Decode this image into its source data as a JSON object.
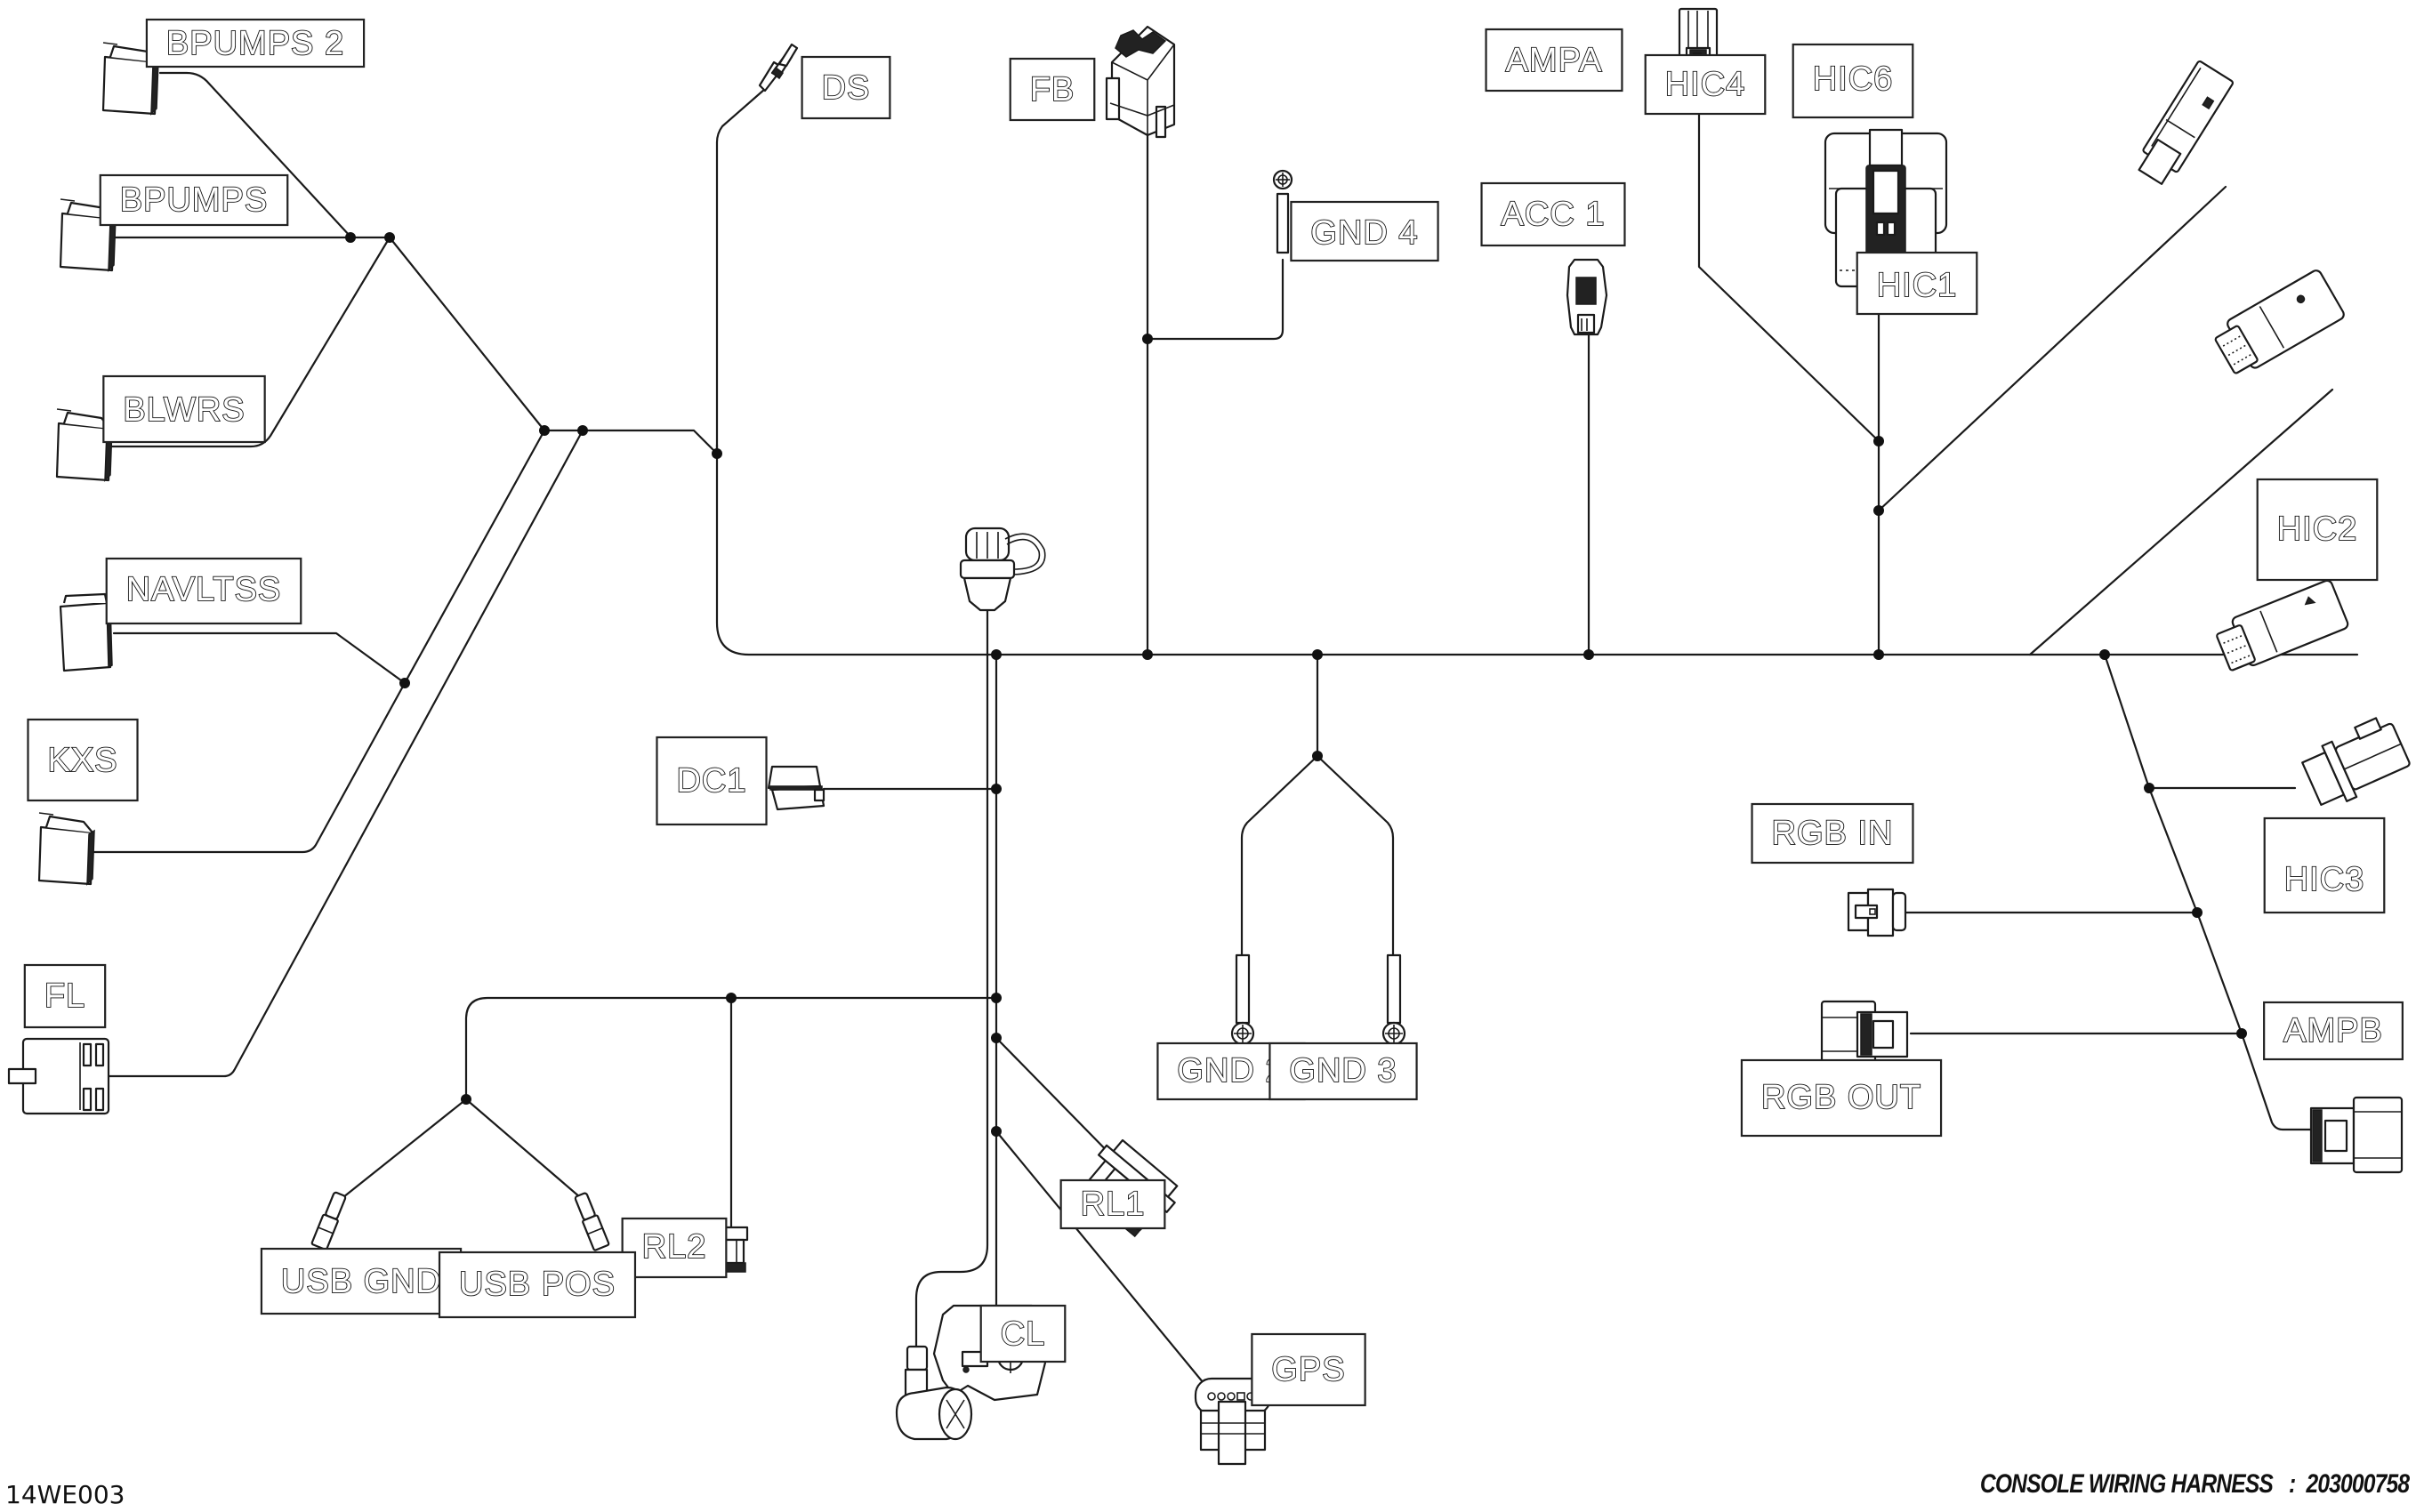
{
  "diagram": {
    "title": "CONSOLE WIRING HARNESS",
    "part_number": "203000758",
    "figure_code": "14WE003",
    "separator": ":"
  },
  "connectors": [
    {
      "id": "bpumps2",
      "label": "BPUMPS 2",
      "icon": "relay-connector-icon"
    },
    {
      "id": "bpumps",
      "label": "BPUMPS",
      "icon": "relay-connector-icon"
    },
    {
      "id": "blwrs",
      "label": "BLWRS",
      "icon": "relay-connector-icon"
    },
    {
      "id": "navltss",
      "label": "NAVLTSS",
      "icon": "relay-connector-icon"
    },
    {
      "id": "kxs",
      "label": "KXS",
      "icon": "relay-connector-icon"
    },
    {
      "id": "fl",
      "label": "FL",
      "icon": "block-connector-icon"
    },
    {
      "id": "ds",
      "label": "DS",
      "icon": "small-connector-icon"
    },
    {
      "id": "fb",
      "label": "FB",
      "icon": "fuse-box-icon"
    },
    {
      "id": "gnd4",
      "label": "GND 4",
      "icon": "ring-terminal-icon"
    },
    {
      "id": "ampa",
      "label": "AMPA",
      "icon": "connector-icon"
    },
    {
      "id": "acc1",
      "label": "ACC 1",
      "icon": "connector-icon"
    },
    {
      "id": "hic4",
      "label": "HIC4",
      "icon": "multi-pin-connector-icon"
    },
    {
      "id": "hic6",
      "label": "HIC6",
      "icon": "connector-icon"
    },
    {
      "id": "hic1",
      "label": "HIC1",
      "icon": "multi-pin-connector-icon"
    },
    {
      "id": "hic2",
      "label": "HIC2",
      "icon": "multi-pin-connector-icon"
    },
    {
      "id": "hic3",
      "label": "HIC3",
      "icon": "connector-icon"
    },
    {
      "id": "rgbin",
      "label": "RGB  IN",
      "icon": "connector-icon"
    },
    {
      "id": "rgbout",
      "label": "RGB  OUT",
      "icon": "connector-icon"
    },
    {
      "id": "ampb",
      "label": "AMPB",
      "icon": "connector-icon"
    },
    {
      "id": "dc1",
      "label": "DC1",
      "icon": "small-connector-icon"
    },
    {
      "id": "gnd2",
      "label": "GND 2",
      "icon": "ring-terminal-icon"
    },
    {
      "id": "gnd3",
      "label": "GND 3",
      "icon": "ring-terminal-icon"
    },
    {
      "id": "rl1",
      "label": "RL1",
      "icon": "relay-socket-icon"
    },
    {
      "id": "rl2",
      "label": "RL2",
      "icon": "relay-socket-icon"
    },
    {
      "id": "usbgnd",
      "label": "USB  GND",
      "icon": "spade-terminal-icon"
    },
    {
      "id": "usbpos",
      "label": "USB  POS",
      "icon": "spade-terminal-icon"
    },
    {
      "id": "cl",
      "label": "CL",
      "icon": "cigarette-lighter-icon"
    },
    {
      "id": "gps",
      "label": "GPS",
      "icon": "six-pin-connector-icon"
    },
    {
      "id": "diag",
      "label": "",
      "icon": "diagnostic-port-icon"
    },
    {
      "id": "usb",
      "label": "",
      "icon": "usb-socket-icon"
    }
  ]
}
